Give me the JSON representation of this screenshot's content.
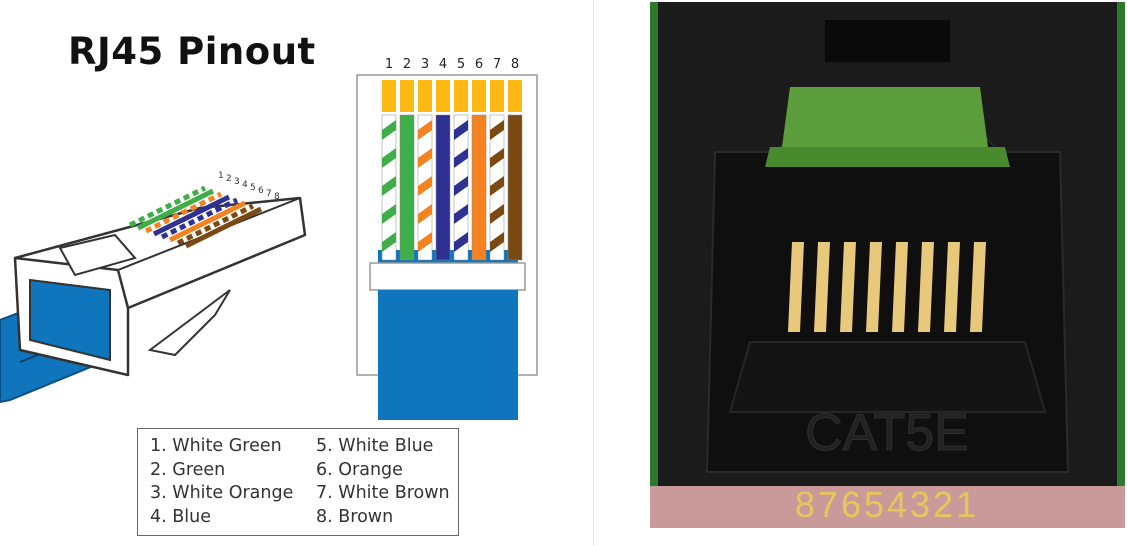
{
  "title": "RJ45 Pinout",
  "pin_numbers": [
    "1",
    "2",
    "3",
    "4",
    "5",
    "6",
    "7",
    "8"
  ],
  "wire_colors": {
    "green": "#3fae49",
    "orange": "#f58220",
    "blue": "#2e3192",
    "brown": "#7b4a12",
    "white": "#ffffff",
    "contact_gold": "#fdb813",
    "cable_blue": "#0f75bd"
  },
  "pin_wires": [
    {
      "pin": "1",
      "label": "White Green",
      "color": "green",
      "striped": true
    },
    {
      "pin": "2",
      "label": "Green",
      "color": "green",
      "striped": false
    },
    {
      "pin": "3",
      "label": "White Orange",
      "color": "orange",
      "striped": true
    },
    {
      "pin": "4",
      "label": "Blue",
      "color": "blue",
      "striped": false
    },
    {
      "pin": "5",
      "label": "White Blue",
      "color": "blue",
      "striped": true
    },
    {
      "pin": "6",
      "label": "Orange",
      "color": "orange",
      "striped": false
    },
    {
      "pin": "7",
      "label": "White Brown",
      "color": "brown",
      "striped": true
    },
    {
      "pin": "8",
      "label": "Brown",
      "color": "brown",
      "striped": false
    }
  ],
  "legend": [
    "1. White Green",
    "2. Green",
    "3. White Orange",
    "4. Blue",
    "5. White Blue",
    "6. Orange",
    "7. White Brown",
    "8. Brown"
  ],
  "jack_photo": {
    "embossed_text": "CAT5E",
    "pin_label": "87654321"
  }
}
